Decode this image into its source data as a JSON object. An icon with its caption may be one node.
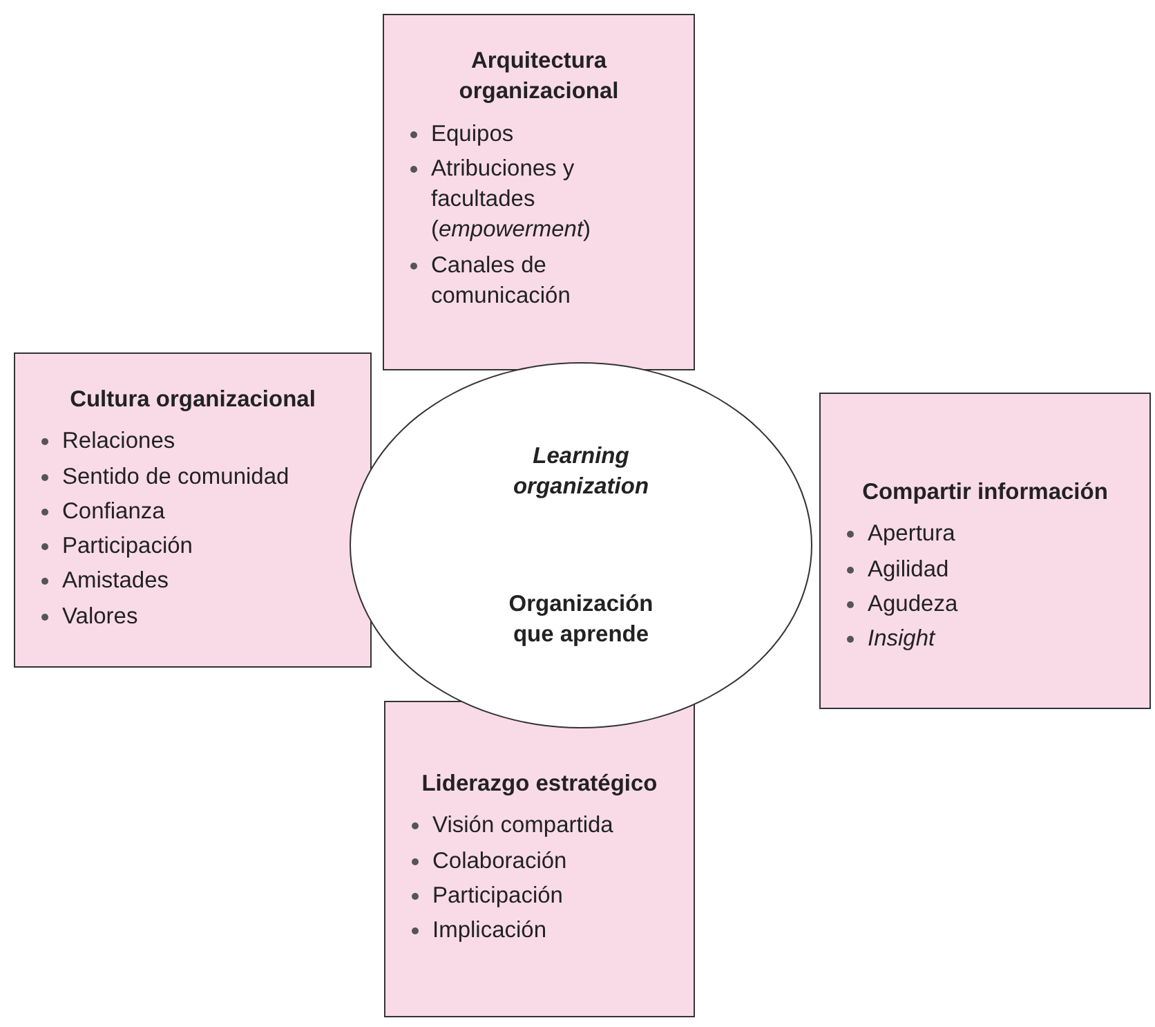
{
  "diagram": {
    "nodes": [
      {
        "text": [
          "Arquitectura organizacional",
          "Equipos",
          "Atribuciones y facultades (*empowerment*)",
          "Canales de comunicación"
        ]
      },
      {
        "text": [
          "Cultura organizacional",
          "Relaciones",
          "Sentido de comunidad",
          "Confianza",
          "Participación",
          "Amistades",
          "Valores"
        ]
      },
      {
        "text": [
          "Learning organization",
          "Organización que aprende"
        ]
      },
      {
        "text": [
          "Compartir información",
          "Apertura",
          "Agilidad",
          "Agudeza",
          "Insight"
        ]
      },
      {
        "text": [
          "Liderazgo estratégico",
          "Visión compartida",
          "Colaboración",
          "Participación",
          "Implicación"
        ]
      }
    ]
  }
}
